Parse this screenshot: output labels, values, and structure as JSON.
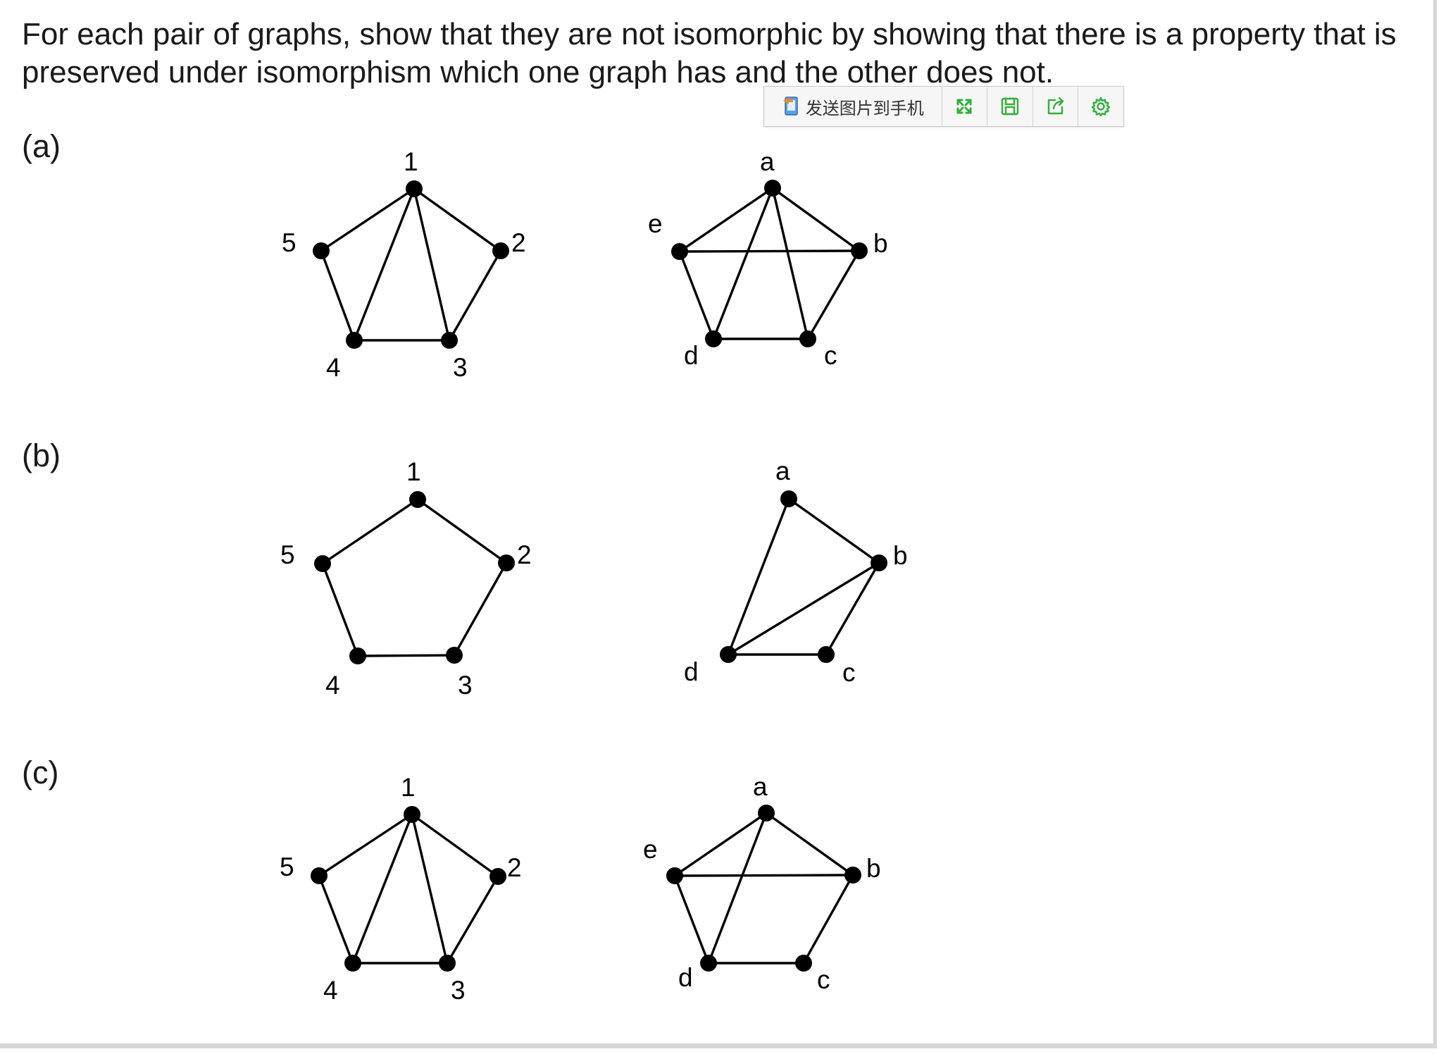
{
  "question": "For each pair of graphs, show that they are not isomorphic by showing that there is a property that is preserved under isomorphism which one graph has and the other does not.",
  "parts": [
    {
      "label": "(a)",
      "left_graph": {
        "vertices": [
          "1",
          "2",
          "3",
          "4",
          "5"
        ]
      },
      "right_graph": {
        "vertices": [
          "a",
          "b",
          "c",
          "d",
          "e"
        ]
      }
    },
    {
      "label": "(b)",
      "left_graph": {
        "vertices": [
          "1",
          "2",
          "3",
          "4",
          "5"
        ]
      },
      "right_graph": {
        "vertices": [
          "a",
          "b",
          "c",
          "d"
        ]
      }
    },
    {
      "label": "(c)",
      "left_graph": {
        "vertices": [
          "1",
          "2",
          "3",
          "4",
          "5"
        ]
      },
      "right_graph": {
        "vertices": [
          "a",
          "b",
          "c",
          "d",
          "e"
        ]
      }
    }
  ],
  "toolbar": {
    "send_to_phone_label": "发送图片到手机",
    "buttons": [
      "expand-icon",
      "save-icon",
      "share-icon",
      "settings-icon"
    ],
    "accent_color": "#2fb13a"
  }
}
